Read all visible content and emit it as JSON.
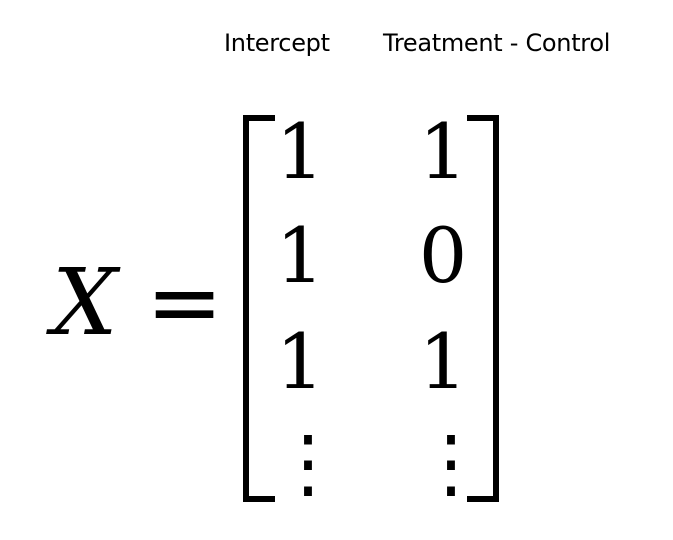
{
  "column_headers": [
    "Intercept",
    "Treatment - Control"
  ],
  "equation": {
    "variable": "X",
    "operator": "="
  },
  "matrix": {
    "rows": [
      [
        "1",
        "1"
      ],
      [
        "1",
        "0"
      ],
      [
        "1",
        "1"
      ],
      [
        "⋮",
        "⋮"
      ]
    ]
  }
}
